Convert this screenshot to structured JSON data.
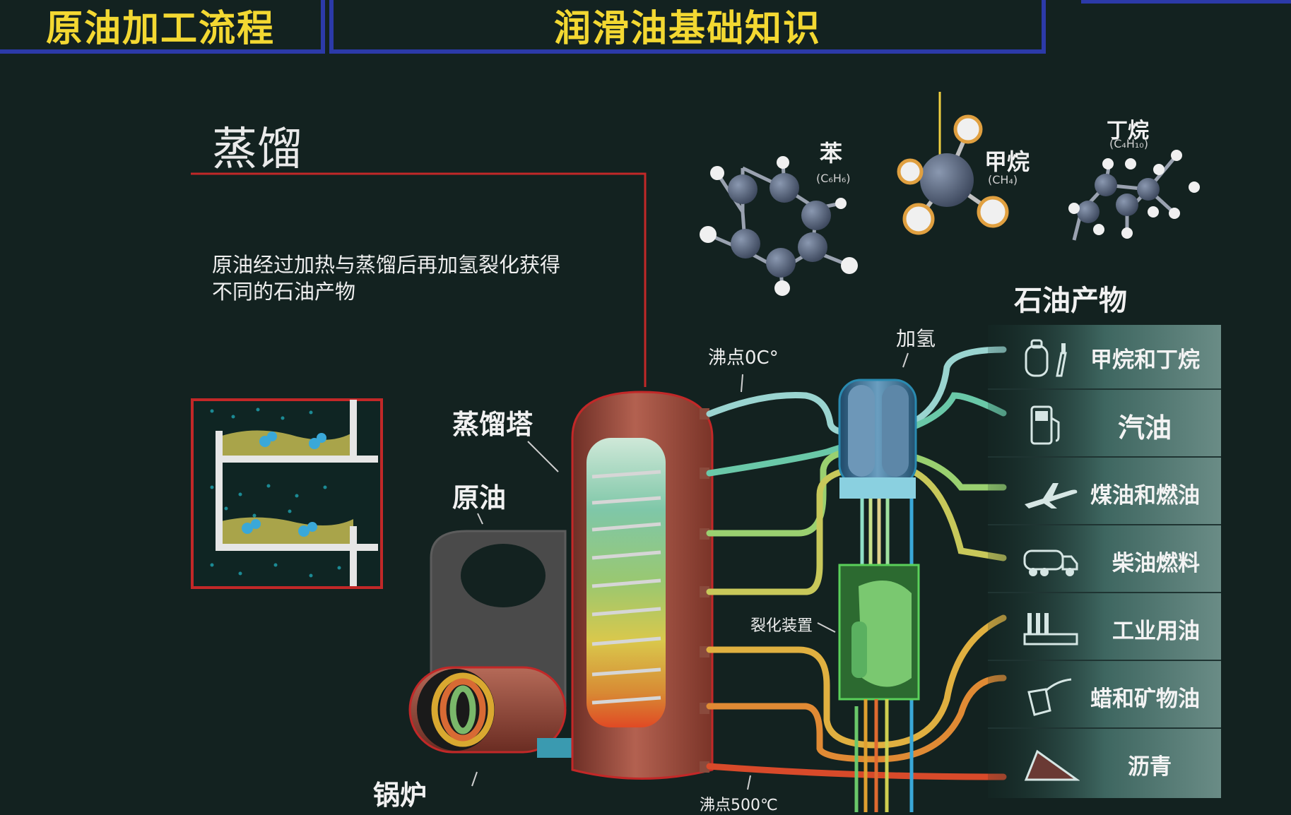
{
  "header": {
    "left_tab": "原油加工流程",
    "main_tab": "润滑油基础知识"
  },
  "section": {
    "title": "蒸馏",
    "description": "原油经过加热与蒸馏后再加氢裂化获得不同的石油产物"
  },
  "labels": {
    "tower": "蒸馏塔",
    "crude_oil": "原油",
    "boiler": "锅炉",
    "hydrogenation": "加氢",
    "cracker": "裂化装置",
    "boiling_low": "沸点0C°",
    "boiling_high": "沸点500℃"
  },
  "molecules": [
    {
      "name": "苯",
      "formula": "(C₆H₆)"
    },
    {
      "name": "甲烷",
      "formula": "(CH₄)"
    },
    {
      "name": "丁烷",
      "formula": "(C₄H₁₀)"
    }
  ],
  "products": {
    "title": "石油产物",
    "items": [
      {
        "label": "甲烷和丁烷",
        "icon": "gas-canister-icon"
      },
      {
        "label": "汽油",
        "icon": "fuel-pump-icon"
      },
      {
        "label": "煤油和燃油",
        "icon": "airplane-icon"
      },
      {
        "label": "柴油燃料",
        "icon": "tanker-truck-icon"
      },
      {
        "label": "工业用油",
        "icon": "factory-icon"
      },
      {
        "label": "蜡和矿物油",
        "icon": "oil-can-icon"
      },
      {
        "label": "沥青",
        "icon": "asphalt-road-icon"
      }
    ]
  },
  "colors": {
    "background": "#132220",
    "header_text": "#f3d832",
    "header_border": "#2c3aa8",
    "tower": "#9a4a3a",
    "outline": "#c22828"
  }
}
